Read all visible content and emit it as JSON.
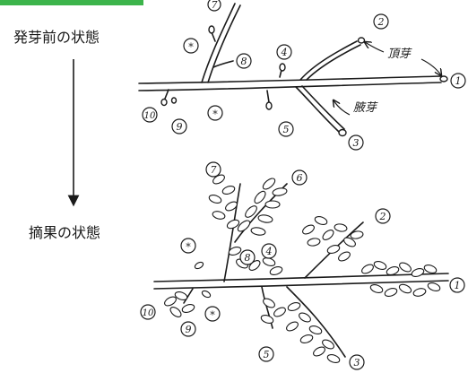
{
  "header": {
    "fragment_color": "#3cb44b"
  },
  "labels": {
    "before": "発芽前の状態",
    "after": "摘果の状態"
  },
  "annotations": {
    "terminal_bud": "頂芽",
    "axillary_bud": "腋芽"
  },
  "top_numbers": [
    "7",
    "2",
    "8",
    "4",
    "1",
    "10",
    "9",
    "5",
    "3",
    "*",
    "*"
  ],
  "bottom_numbers": [
    "7",
    "6",
    "2",
    "8",
    "4",
    "1",
    "10",
    "9",
    "5",
    "3",
    "*",
    "*"
  ],
  "colors": {
    "ink": "#1a1a1a",
    "accent": "#3cb44b"
  }
}
